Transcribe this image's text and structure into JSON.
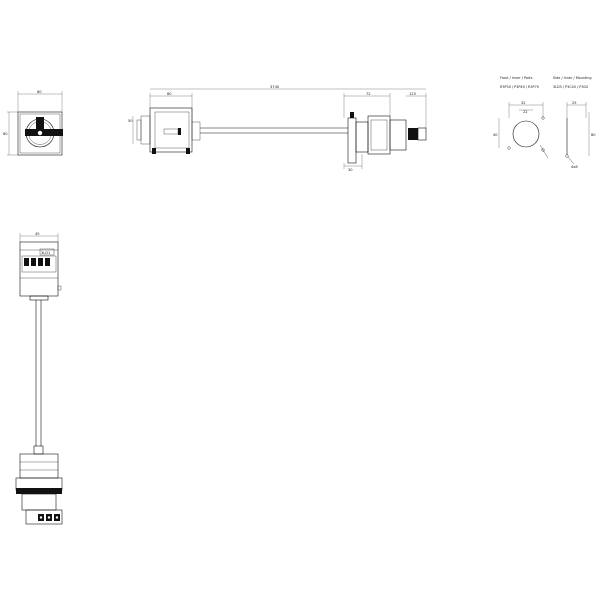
{
  "drawing": {
    "front_view": {
      "width_label": "80",
      "height_label": "80"
    },
    "side_view": {
      "length_label": "3740",
      "depth_label": "80",
      "height_label": "50",
      "panel_label": "72",
      "knob_label": "125",
      "base_label": "30"
    },
    "panel_cutout": {
      "header_line1": "Front / Inner / Parts",
      "header_line2": "R3P30 / P3P40 / R3P70",
      "width_label": "32",
      "offset_label": "22",
      "height_label": "40"
    },
    "side_cutout": {
      "header_line1": "Side / Inner / Mounting",
      "header_line2": "3LD3 / P3C40 / P3G0",
      "width_label": "25",
      "height_label": "80",
      "hole_label": "4x8"
    },
    "top_view": {
      "width_label": "45",
      "label_text": "3LD1"
    }
  }
}
